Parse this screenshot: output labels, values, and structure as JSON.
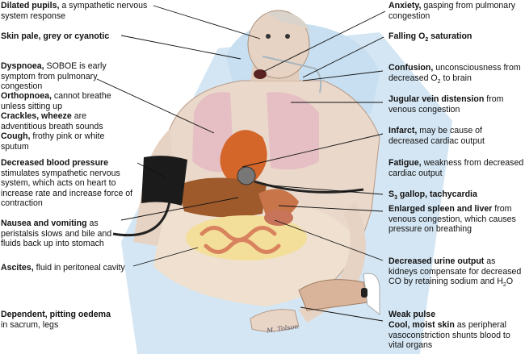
{
  "left": [
    {
      "id": "dilated-pupils",
      "title": "Dilated pupils,",
      "text": " a sympathetic nervous system response"
    },
    {
      "id": "skin-pale",
      "title": "Skin pale, grey or cyanotic",
      "text": ""
    },
    {
      "id": "dyspnoea",
      "title": "Dyspnoea,",
      "text": " SOBOE is early symptom from pulmonary congestion"
    },
    {
      "id": "orthopnoea",
      "title": "Orthopnoea,",
      "text": " cannot breathe unless sitting up"
    },
    {
      "id": "crackles",
      "title": "Crackles, wheeze",
      "text": " are adventitious breath sounds"
    },
    {
      "id": "cough",
      "title": "Cough,",
      "text": " frothy pink or white sputum"
    },
    {
      "id": "decreased-bp",
      "title": "Decreased blood pressure",
      "text": " stimulates sympathetic nervous system, which acts on heart to increase rate and increase force of contraction"
    },
    {
      "id": "nausea",
      "title": "Nausea and vomiting",
      "text": " as peristalsis slows and bile and fluids back up into stomach"
    },
    {
      "id": "ascites",
      "title": "Ascites,",
      "text": " fluid in peritoneal cavity"
    },
    {
      "id": "oedema",
      "title": "Dependent, pitting oedema",
      "text": " in sacrum, legs"
    }
  ],
  "right": [
    {
      "id": "anxiety",
      "title": "Anxiety,",
      "text": " gasping from pulmonary congestion"
    },
    {
      "id": "falling-o2",
      "title": "Falling O",
      "sub": "2",
      "after": " saturation"
    },
    {
      "id": "confusion",
      "title": "Confusion,",
      "text": " unconsciousness from decreased O",
      "sub": "2",
      "after": " to brain"
    },
    {
      "id": "jugular",
      "title": "Jugular vein distension",
      "text": " from venous congestion"
    },
    {
      "id": "infarct",
      "title": "Infarct,",
      "text": " may be cause of decreased cardiac output"
    },
    {
      "id": "fatigue",
      "title": "Fatigue,",
      "text": " weakness from decreased cardiac output"
    },
    {
      "id": "s3-gallop",
      "title": "S",
      "sub": "3",
      "after": " gallop, tachycardia"
    },
    {
      "id": "spleen-liver",
      "title": "Enlarged spleen and liver",
      "text": " from venous congestion, which causes pressure on breathing"
    },
    {
      "id": "urine-output",
      "title": "Decreased urine output",
      "text": " as kidneys compensate for decreased CO by retaining sodium and H",
      "sub": "2",
      "after": "O"
    },
    {
      "id": "weak-pulse",
      "title": "Weak pulse",
      "text": ""
    },
    {
      "id": "cool-skin",
      "title": "Cool, moist skin",
      "text": " as peripheral vasoconstriction shunts blood to vital organs"
    }
  ],
  "signature": "M. Tolson",
  "colors": {
    "skin": "#e9d6c7",
    "heart": "#d86a2a",
    "liver": "#a8622d",
    "lung": "#e7c2c6",
    "bed": "#cfe3f1",
    "cuff": "#1b1b1b"
  }
}
